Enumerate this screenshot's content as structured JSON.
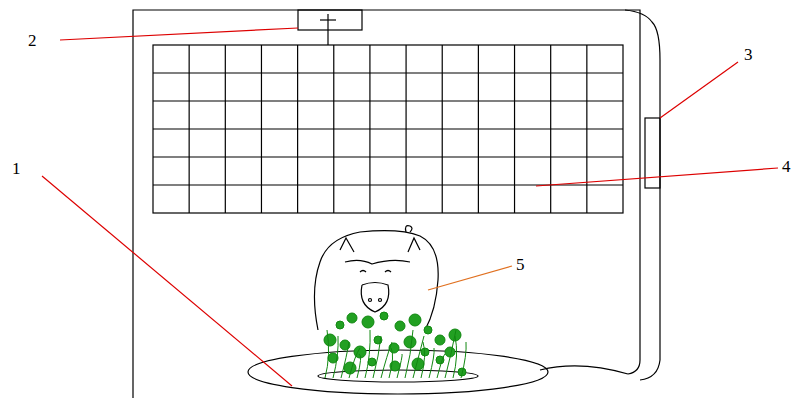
{
  "diagram": {
    "labels": [
      "2",
      "3",
      "4",
      "1",
      "5"
    ]
  }
}
